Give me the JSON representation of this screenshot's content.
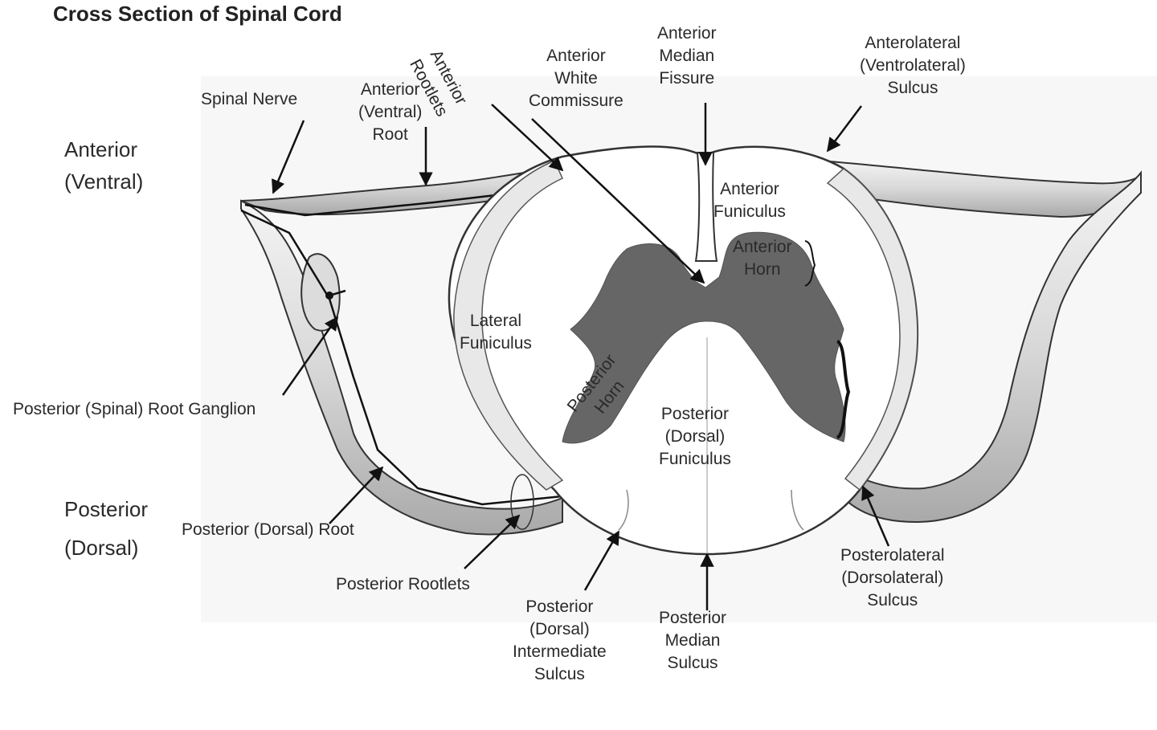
{
  "title": "Cross Section of Spinal Cord",
  "orientation": {
    "anterior": [
      "Anterior",
      "(Ventral)"
    ],
    "posterior": [
      "Posterior",
      "(Dorsal)"
    ]
  },
  "labels": {
    "spinal_nerve": [
      "Spinal Nerve"
    ],
    "anterior_root": [
      "Anterior",
      "(Ventral)",
      "Root"
    ],
    "anterior_rootlets": [
      "Anterior",
      "Rootlets"
    ],
    "anterior_white_commissure": [
      "Anterior",
      "White",
      "Commissure"
    ],
    "anterior_median_fissure": [
      "Anterior",
      "Median",
      "Fissure"
    ],
    "anterolateral_sulcus": [
      "Anterolateral",
      "(Ventrolateral)",
      "Sulcus"
    ],
    "anterior_funiculus": [
      "Anterior",
      "Funiculus"
    ],
    "anterior_horn": [
      "Anterior",
      "Horn"
    ],
    "lateral_funiculus": [
      "Lateral",
      "Funiculus"
    ],
    "posterior_horn": [
      "Posterior",
      "Horn"
    ],
    "posterior_funiculus": [
      "Posterior",
      "(Dorsal)",
      "Funiculus"
    ],
    "posterior_root_ganglion": [
      "Posterior (Spinal) Root Ganglion"
    ],
    "posterior_root": [
      "Posterior (Dorsal) Root"
    ],
    "posterior_rootlets": [
      "Posterior Rootlets"
    ],
    "posterior_intermediate_sulcus": [
      "Posterior",
      "(Dorsal)",
      "Intermediate",
      "Sulcus"
    ],
    "posterior_median_sulcus": [
      "Posterior",
      "Median",
      "Sulcus"
    ],
    "posterolateral_sulcus": [
      "Posterolateral",
      "(Dorsolateral)",
      "Sulcus"
    ]
  },
  "colors": {
    "gray_matter": "#666666",
    "white_matter": "#ffffff",
    "outline": "#333333",
    "shading": "#bdbdbd"
  }
}
